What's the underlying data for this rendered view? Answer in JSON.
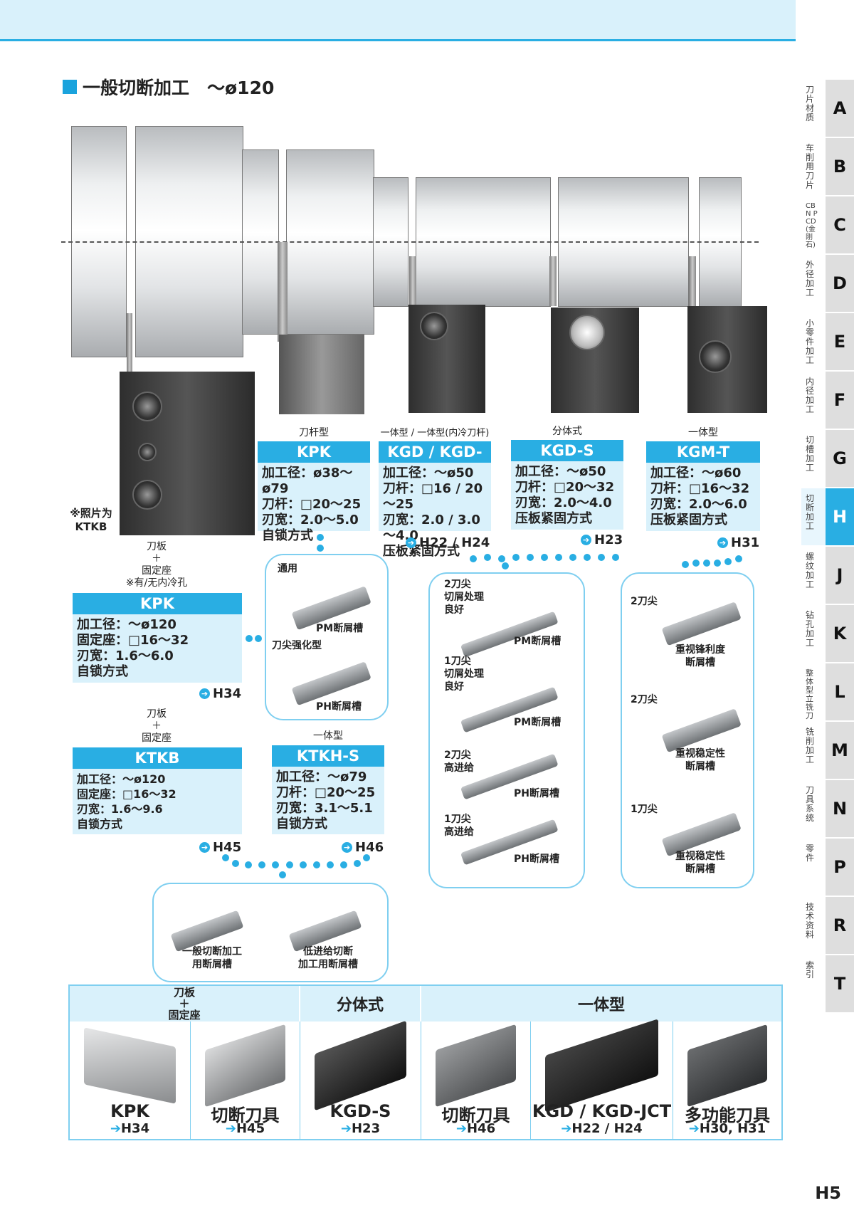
{
  "header": {
    "title": "一般切断加工　～ø120"
  },
  "side_index": [
    {
      "label": "刀片材质",
      "letter": "A"
    },
    {
      "label": "车削用刀片",
      "letter": "B"
    },
    {
      "label": "CBN PCD(金刚石)",
      "letter": "C"
    },
    {
      "label": "外径加工",
      "letter": "D"
    },
    {
      "label": "小零件加工",
      "letter": "E"
    },
    {
      "label": "内径加工",
      "letter": "F"
    },
    {
      "label": "切槽加工",
      "letter": "G"
    },
    {
      "label": "切断加工",
      "letter": "H",
      "active": true
    },
    {
      "label": "螺纹加工",
      "letter": "J"
    },
    {
      "label": "钻孔加工",
      "letter": "K"
    },
    {
      "label": "整体型立铣刀",
      "letter": "L"
    },
    {
      "label": "铣削加工",
      "letter": "M"
    },
    {
      "label": "刀具系统",
      "letter": "N"
    },
    {
      "label": "零件",
      "letter": "P"
    },
    {
      "label": "技术资料",
      "letter": "R"
    },
    {
      "label": "索引",
      "letter": "T"
    }
  ],
  "photo_note": "※照片为\nKTKB",
  "tools": {
    "kpk_small": {
      "type": "刀杆型",
      "name": "KPK",
      "lines": [
        "加工径：ø38～ø79",
        "刀杆：□20～25",
        "刃宽：2.0～5.0",
        "自锁方式"
      ]
    },
    "kgd": {
      "type": "一体型 / 一体型(内冷刀杆)",
      "name": "KGD / KGD-JCT",
      "lines": [
        "加工径：～ø50",
        "刀杆：□16 / 20～25",
        "刃宽：2.0 / 3.0～4.0",
        "压板紧固方式"
      ],
      "ref": "H22 / H24"
    },
    "kgds": {
      "type": "分体式",
      "name": "KGD-S",
      "lines": [
        "加工径：～ø50",
        "刀杆：□20～32",
        "刃宽：2.0～4.0",
        "压板紧固方式"
      ],
      "ref": "H23"
    },
    "kgmt": {
      "type": "一体型",
      "name": "KGM-T",
      "lines": [
        "加工径：～ø60",
        "刀杆：□16～32",
        "刃宽：2.0～6.0",
        "压板紧固方式"
      ],
      "ref": "H31"
    },
    "kpk": {
      "type": "刀板\n＋\n固定座\n※有/无内冷孔",
      "name": "KPK",
      "lines": [
        "加工径：～ø120",
        "固定座：□16～32",
        "刃宽：1.6～6.0",
        "自锁方式"
      ],
      "ref": "H34"
    },
    "ktkb": {
      "type": "刀板\n＋\n固定座",
      "name": "KTKB",
      "lines": [
        "加工径：～ø120",
        "固定座：□16～32",
        "刃宽：1.6～9.6",
        "自锁方式"
      ],
      "ref": "H45"
    },
    "ktkhs": {
      "type": "一体型",
      "name": "KTKH-S",
      "lines": [
        "加工径：～ø79",
        "刀杆：□20～25",
        "刃宽：3.1～5.1",
        "自锁方式"
      ],
      "ref": "H46"
    }
  },
  "insert_groups": {
    "kpk": [
      {
        "label": "通用",
        "chip": "PM断屑槽"
      },
      {
        "label": "刀尖强化型",
        "chip": "PH断屑槽"
      }
    ],
    "kgd": [
      {
        "label": "2刀尖\n切屑处理\n良好",
        "chip": "PM断屑槽"
      },
      {
        "label": "1刀尖\n切屑处理\n良好",
        "chip": "PM断屑槽"
      },
      {
        "label": "2刀尖\n高进给",
        "chip": "PH断屑槽"
      },
      {
        "label": "1刀尖\n高进给",
        "chip": "PH断屑槽"
      }
    ],
    "kgm": [
      {
        "label": "2刀尖",
        "chip": "重视锋利度\n断屑槽"
      },
      {
        "label": "2刀尖",
        "chip": "重视稳定性\n断屑槽"
      },
      {
        "label": "1刀尖",
        "chip": "重视稳定性\n断屑槽"
      }
    ],
    "ktk": [
      {
        "chip": "一般切断加工\n用断屑槽"
      },
      {
        "chip": "低进给切断\n加工用断屑槽"
      }
    ]
  },
  "table": {
    "headers": [
      "刀板\n＋\n固定座",
      "分体式",
      "一体型"
    ],
    "products": [
      {
        "name": "KPK",
        "ref": "H34"
      },
      {
        "name": "切断刀具",
        "ref": "H45"
      },
      {
        "name": "KGD-S",
        "ref": "H23"
      },
      {
        "name": "切断刀具",
        "ref": "H46"
      },
      {
        "name": "KGD / KGD-JCT",
        "ref": "H22 / H24"
      },
      {
        "name": "多功能刀具",
        "ref": "H30, H31"
      }
    ]
  },
  "page_number": "H5",
  "colors": {
    "accent": "#29aee3",
    "light": "#d9f1fb"
  }
}
